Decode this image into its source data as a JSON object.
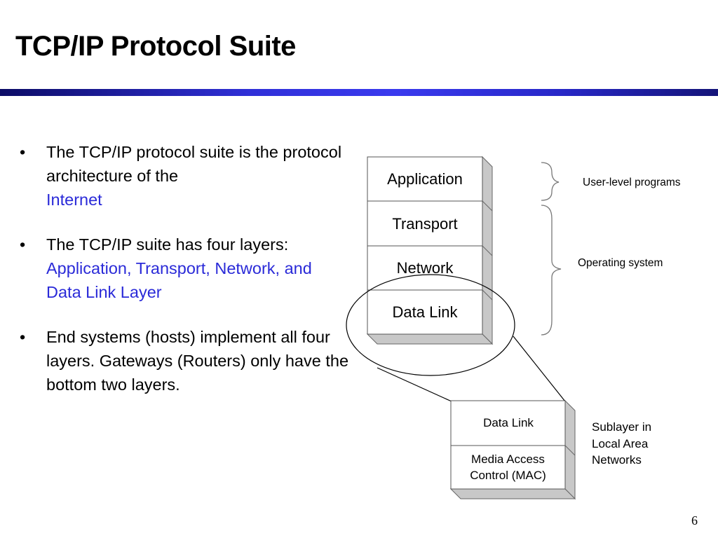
{
  "slide": {
    "title": "TCP/IP Protocol Suite",
    "page_number": "6",
    "bullets": [
      {
        "text": "The TCP/IP protocol suite is the protocol architecture of the",
        "highlight": "Internet"
      },
      {
        "text": "The TCP/IP suite has four layers:",
        "highlight": "Application, Transport, Network, and Data Link Layer"
      },
      {
        "text": "End systems (hosts) implement all four layers. Gateways (Routers) only have the bottom two layers.",
        "highlight": ""
      }
    ]
  },
  "diagram": {
    "layers": [
      "Application",
      "Transport",
      "Network",
      "Data Link"
    ],
    "brace_labels": {
      "user_level": "User-level programs",
      "operating_system": "Operating system"
    },
    "sublayers": [
      "Data Link",
      "Media Access Control (MAC)"
    ],
    "sublayer_label": "Sublayer in Local Area Networks"
  },
  "colors": {
    "highlight_text": "#2a2ad8",
    "title_bar": "#3030d8",
    "box_shadow": "#c8c8c8"
  }
}
